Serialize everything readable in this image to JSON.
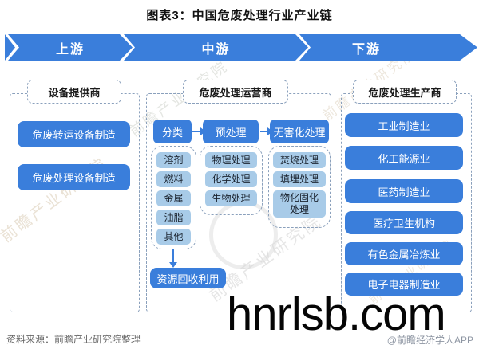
{
  "title": "图表3：中国危废处理行业产业链",
  "banner": {
    "segments": [
      {
        "label": "上游"
      },
      {
        "label": "中游"
      },
      {
        "label": "下游"
      }
    ]
  },
  "columns": {
    "upstream": {
      "header": "设备提供商",
      "items": [
        "危废转运设备制造",
        "危废处理设备制造"
      ]
    },
    "midstream": {
      "header": "危废处理运营商",
      "flow": [
        {
          "label": "分类",
          "children": [
            "溶剂",
            "燃料",
            "金属",
            "油脂",
            "其他"
          ]
        },
        {
          "label": "预处理",
          "children": [
            "物理处理",
            "化学处理",
            "生物处理"
          ]
        },
        {
          "label": "无害化处理",
          "children": [
            "焚烧处理",
            "填埋处理",
            "物化固化处理"
          ]
        }
      ],
      "recycle": "资源回收利用"
    },
    "downstream": {
      "header": "危废处理生产商",
      "items": [
        "工业制造业",
        "化工能源业",
        "医药制造业",
        "医疗卫生机构",
        "有色金属冶炼业",
        "电子电器制造业"
      ]
    }
  },
  "footer": {
    "source": "资料来源：前瞻产业研究院整理",
    "credit": "@前瞻经济学人APP"
  },
  "watermarks": {
    "big": "hnrlsb.com",
    "diagonal": "前瞻产业研究院"
  },
  "colors": {
    "primary_blue": "#3a7edb",
    "light_blue": "#a8cbe8",
    "dashed_border": "#8aa0bc"
  }
}
